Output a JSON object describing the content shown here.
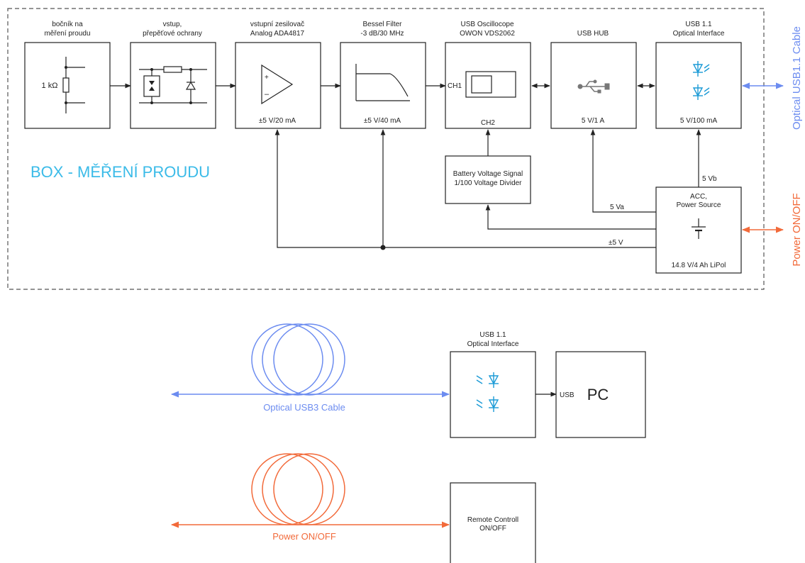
{
  "colors": {
    "blue": "#6c8cf0",
    "orange": "#f26a3a",
    "cyan": "#3bbbe8",
    "line": "#222222",
    "led": "#1a9ad6"
  },
  "box_title": "BOX - MĚŘENÍ PROUDU",
  "blocks": {
    "shunt": {
      "title1": "bočník na",
      "title2": "měření proudu",
      "value": "1 kΩ"
    },
    "input": {
      "title1": "vstup,",
      "title2": "přepěťové ochrany"
    },
    "amp": {
      "title1": "vstupní zesilovač",
      "title2": "Analog ADA4817",
      "power": "±5 V/20 mA"
    },
    "filter": {
      "title1": "Bessel Filter",
      "title2": "-3 dB/30 MHz",
      "power": "±5 V/40 mA"
    },
    "scope": {
      "title1": "USB Oscillocope",
      "title2": "OWON VDS2062",
      "ch1": "CH1",
      "ch2": "CH2"
    },
    "hub": {
      "title": "USB HUB",
      "power": "5 V/1 A"
    },
    "optical": {
      "title1": "USB 1.1",
      "title2": "Optical Interface",
      "power": "5 V/100 mA"
    },
    "divider": {
      "line1": "Battery Voltage Signal",
      "line2": "1/100 Voltage Divider"
    },
    "acc": {
      "line1": "ACC,",
      "line2": "Power Source",
      "battery": "14.8 V/4 Ah LiPol"
    }
  },
  "wire_labels": {
    "va": "5 Va",
    "vb": "5 Vb",
    "pm5": "±5 V"
  },
  "side_labels": {
    "optical_cable": "Optical USB1.1 Cable",
    "power": "Power ON/OFF"
  },
  "remote": {
    "optical": {
      "title1": "USB 1.1",
      "title2": "Optical Interface"
    },
    "usb": "USB",
    "pc": "PC",
    "optical_cable": "Optical USB3 Cable",
    "power_cable": "Power ON/OFF",
    "control1": "Remote Controll",
    "control2": "ON/OFF"
  }
}
